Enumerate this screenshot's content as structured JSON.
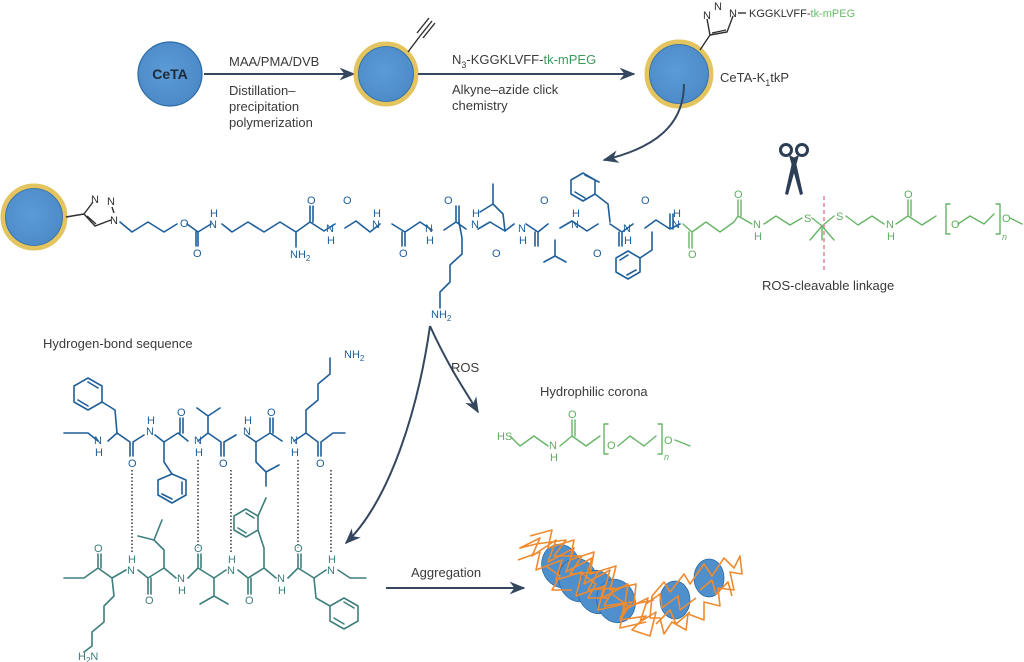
{
  "colors": {
    "particle_fill": "#4f8fcb",
    "particle_shell": "#e3c45e",
    "peptide_blue": "#1f5f99",
    "peptide_teal": "#3e7f7d",
    "peg_green": "#5fae5f",
    "arrow": "#34475f",
    "fiber_orange": "#f08a2e",
    "cleave_line": "#e58a9a"
  },
  "step1": {
    "core_label": "CeTA",
    "reagents": "MAA/PMA/DVB",
    "method_line1": "Distillation–",
    "method_line2": "precipitation",
    "method_line3": "polymerization"
  },
  "step2": {
    "reagent_prefix": "N",
    "reagent_sub": "3",
    "reagent_peptide": "-KGGKLVFF-",
    "reagent_green": "tk-mPEG",
    "method_line1": "Alkyne–azide click",
    "method_line2": "chemistry"
  },
  "product": {
    "label_main": "CeTA-K",
    "label_sub": "1",
    "label_tail": "tkP",
    "triazole_tag_dark": "KGGKLVFF-",
    "triazole_tag_green": "tk-mPEG"
  },
  "chain": {
    "cleavable_label": "ROS-cleavable linkage",
    "scissors_icon": "scissors"
  },
  "ros_branch": {
    "trigger_label": "ROS",
    "corona_title": "Hydrophilic corona",
    "corona_thiol": "HS"
  },
  "hbond": {
    "title": "Hydrogen-bond sequence"
  },
  "aggregation": {
    "label": "Aggregation"
  },
  "atoms": {
    "N": "N",
    "H": "H",
    "O": "O",
    "S": "S",
    "NH2": "NH",
    "two": "2",
    "n": "n"
  }
}
